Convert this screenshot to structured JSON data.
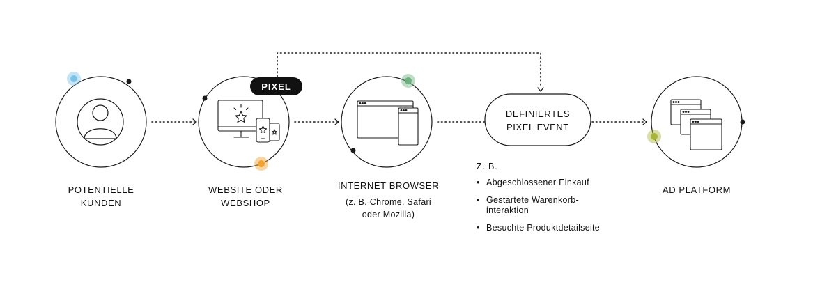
{
  "nodes": {
    "kunden": {
      "label_line1": "POTENTIELLE",
      "label_line2": "KUNDEN"
    },
    "website": {
      "label_line1": "WEBSITE ODER",
      "label_line2": "WEBSHOP",
      "badge": "PIXEL"
    },
    "browser": {
      "label": "INTERNET BROWSER",
      "sub_line1": "(z. B. Chrome, Safari",
      "sub_line2": "oder Mozilla)"
    },
    "event": {
      "line1": "DEFINIERTES",
      "line2": "PIXEL EVENT"
    },
    "platform": {
      "label": "AD PLATFORM"
    }
  },
  "examples": {
    "heading": "Z. B.",
    "items": [
      "Abgeschlossener Einkauf",
      "Gestartete Warenkorb-interaktion",
      "Besuchte Produktdetailseite"
    ]
  },
  "colors": {
    "line": "#1a1a1a",
    "accent_blue": "#7cc3e8",
    "accent_orange": "#f2a22e",
    "accent_green": "#6db07f",
    "accent_olive": "#a8b53a",
    "badge_bg": "#111111",
    "badge_text": "#ffffff"
  },
  "icons": [
    "user-icon",
    "devices-icon",
    "browser-windows-icon",
    "stacked-windows-icon"
  ]
}
